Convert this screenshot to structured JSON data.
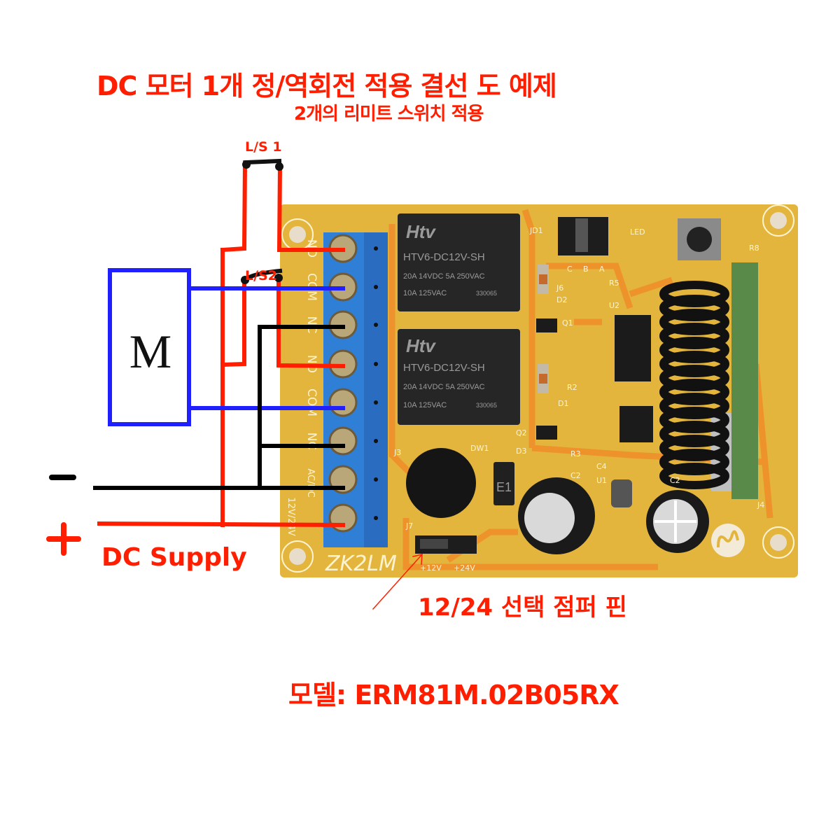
{
  "title": "DC 모터 1개  정/역회전 적용 결선 도 예제",
  "subtitle": "2개의 리미트 스위치 적용",
  "limit_switches": [
    "L/S 1",
    "L/S2"
  ],
  "motor_label": "M",
  "supply": {
    "minus": "−",
    "plus": "+",
    "label": "DC Supply"
  },
  "terminal_labels": [
    "NO",
    "COM",
    "NC",
    "NO",
    "COM",
    "NC",
    "AC/DC",
    "12V/24V"
  ],
  "relays": [
    {
      "brand": "Htv",
      "model": "HTV6-DC12V-SH",
      "rating1": "20A 14VDC  5A 250VAC",
      "rating2": "10A 125VAC",
      "code": "330065"
    },
    {
      "brand": "Htv",
      "model": "HTV6-DC12V-SH",
      "rating1": "20A 14VDC  5A 250VAC",
      "rating2": "10A 125VAC",
      "code": "330065"
    }
  ],
  "pcb": {
    "brand": "ZK2LM",
    "silkscreen": [
      "JD1",
      "C",
      "B",
      "A",
      "R5",
      "J6",
      "D2",
      "Q1",
      "U2",
      "R2",
      "D1",
      "R3",
      "Q2",
      "D3",
      "DW1",
      "C4",
      "U1",
      "C2",
      "C2",
      "R8",
      "J4",
      "J7",
      "J3",
      "LED"
    ],
    "jumper_options": [
      "+12V",
      "+24V"
    ],
    "diode_mark": "E1"
  },
  "jumper_note": "12/24 선택 점퍼 핀",
  "model": "모델: ERM81M.02B05RX",
  "colors": {
    "red": "#ff1e00",
    "blue": "#1f1fff",
    "black": "#000000",
    "pcb": "#e3b53c",
    "terminal": "#2f7fd6"
  }
}
